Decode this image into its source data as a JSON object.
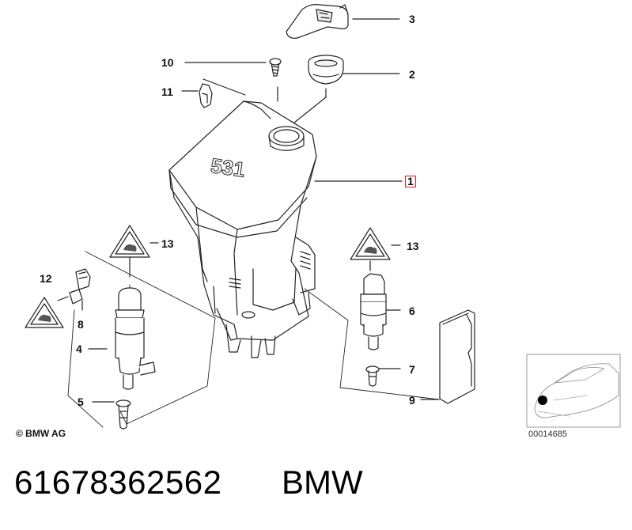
{
  "diagram": {
    "callouts": {
      "c1": "1",
      "c2": "2",
      "c3": "3",
      "c4": "4",
      "c5": "5",
      "c6": "6",
      "c7": "7",
      "c8": "8",
      "c9": "9",
      "c10": "10",
      "c11": "11",
      "c12": "12",
      "c13a": "13",
      "c13b": "13"
    },
    "tank_stamp": "531",
    "highlighted_callout": "1",
    "highlight_color": "#d0202a"
  },
  "copyright": "© BMW AG",
  "inset": {
    "code": "00014685",
    "icon": "car-location-icon"
  },
  "footer": {
    "part_number": "61678362562",
    "brand": "BMW"
  }
}
